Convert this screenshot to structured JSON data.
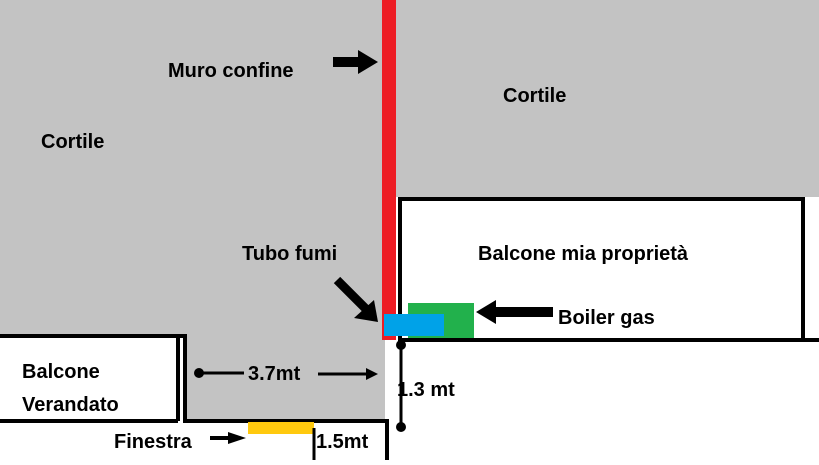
{
  "labels": {
    "muro_confine": "Muro confine",
    "cortile_right": "Cortile",
    "cortile_left": "Cortile",
    "tubo_fumi": "Tubo fumi",
    "balcone_proprieta": "Balcone mia proprietà",
    "boiler_gas": "Boiler gas",
    "balcone_verandato_line1": "Balcone",
    "balcone_verandato_line2": "Verandato",
    "dim_width": "3.7mt",
    "dim_height": "1.3 mt",
    "dim_small": "1.5mt",
    "finestra": "Finestra"
  },
  "colors": {
    "courtyard": "#c3c3c3",
    "boundary_wall": "#ed1c24",
    "flue_pipe": "#00a2e8",
    "gas_boiler": "#22b14c",
    "window": "#ffc90e",
    "outline": "#000000",
    "background": "#ffffff"
  }
}
